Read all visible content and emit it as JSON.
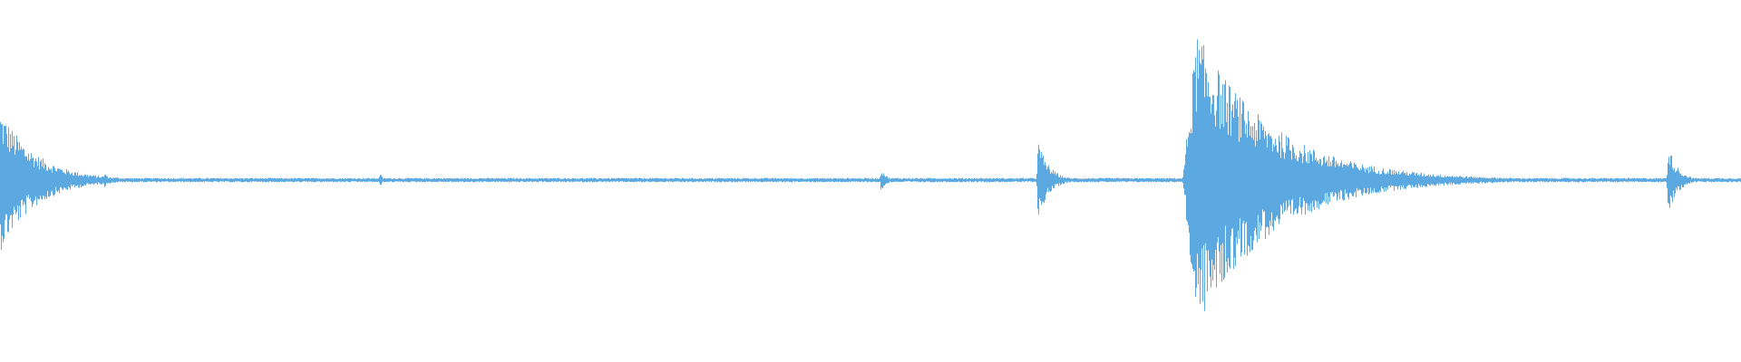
{
  "waveform": {
    "color": "#5ca9e2",
    "background": "#ffffff",
    "duration_units": 1000,
    "noise_floor": 0.015,
    "events": [
      {
        "name": "start-burst",
        "at": 0,
        "peak": 0.48,
        "attack": 1,
        "decay": 45
      },
      {
        "name": "small-click-1",
        "at": 60,
        "peak": 0.06,
        "attack": 1,
        "decay": 4
      },
      {
        "name": "small-click-2",
        "at": 218,
        "peak": 0.06,
        "attack": 1,
        "decay": 3
      },
      {
        "name": "small-click-3",
        "at": 506,
        "peak": 0.09,
        "attack": 1,
        "decay": 6
      },
      {
        "name": "mid-click",
        "at": 596,
        "peak": 0.27,
        "attack": 1,
        "decay": 14
      },
      {
        "name": "main-burst",
        "at": 687,
        "peak": 1.0,
        "attack": 8,
        "decay": 95
      },
      {
        "name": "end-click",
        "at": 958,
        "peak": 0.24,
        "attack": 1,
        "decay": 12
      }
    ]
  }
}
